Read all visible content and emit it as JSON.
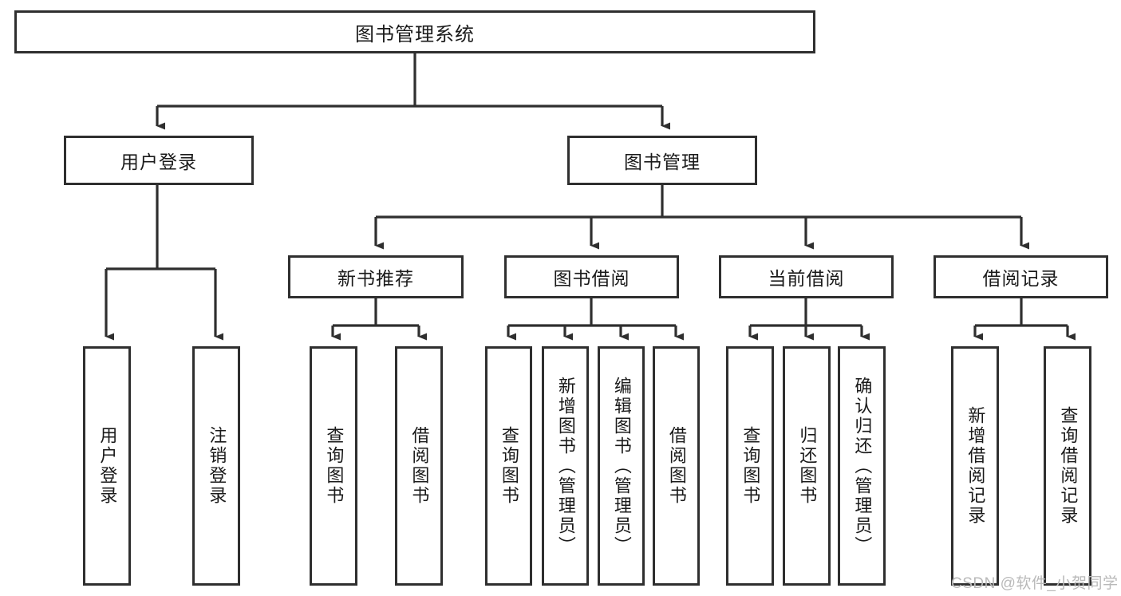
{
  "diagram": {
    "title": "图书管理系统",
    "root": {
      "label": "图书管理系统"
    },
    "level2": [
      {
        "label": "用户登录"
      },
      {
        "label": "图书管理"
      }
    ],
    "level3": [
      {
        "label": "新书推荐"
      },
      {
        "label": "图书借阅"
      },
      {
        "label": "当前借阅"
      },
      {
        "label": "借阅记录"
      }
    ],
    "leaves": {
      "user_login": [
        {
          "label": "用户登录"
        },
        {
          "label": "注销登录"
        }
      ],
      "new_book_recommend": [
        {
          "label": "查询图书"
        },
        {
          "label": "借阅图书"
        }
      ],
      "book_borrow": [
        {
          "label": "查询图书"
        },
        {
          "label": "新增图书（管理员）"
        },
        {
          "label": "编辑图书（管理员）"
        },
        {
          "label": "借阅图书"
        }
      ],
      "current_borrow": [
        {
          "label": "查询图书"
        },
        {
          "label": "归还图书"
        },
        {
          "label": "确认归还（管理员）"
        }
      ],
      "borrow_record": [
        {
          "label": "新增借阅记录"
        },
        {
          "label": "查询借阅记录"
        }
      ]
    }
  },
  "watermark": {
    "text": "CSDN @软件_小贺同学"
  },
  "colors": {
    "stroke": "#2f2f2f",
    "background": "#ffffff",
    "text": "#1a1a1a",
    "watermark": "#b9b9b9"
  }
}
